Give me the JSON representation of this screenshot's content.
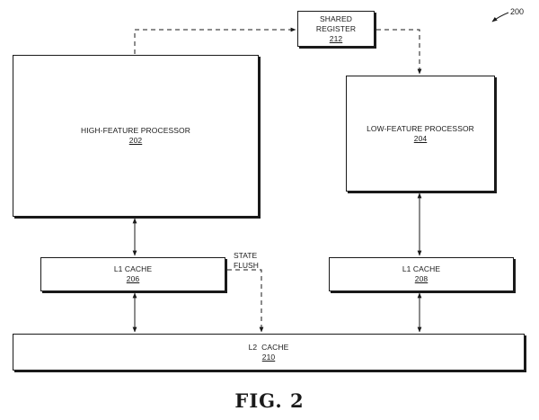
{
  "figure_ref": "200",
  "figure_label": "FIG. 2",
  "blocks": {
    "shared_register": {
      "label_line1": "SHARED",
      "label_line2": "REGISTER",
      "ref": "212"
    },
    "high_feature_processor": {
      "label": "HIGH-FEATURE PROCESSOR",
      "ref": "202"
    },
    "low_feature_processor": {
      "label": "LOW-FEATURE PROCESSOR",
      "ref": "204"
    },
    "l1_cache_left": {
      "label": "L1 CACHE",
      "ref": "206"
    },
    "l1_cache_right": {
      "label": "L1 CACHE",
      "ref": "208"
    },
    "l2_cache": {
      "label": "L2  CACHE",
      "ref": "210"
    }
  },
  "annotations": {
    "state_flush_line1": "STATE",
    "state_flush_line2": "FLUSH"
  }
}
